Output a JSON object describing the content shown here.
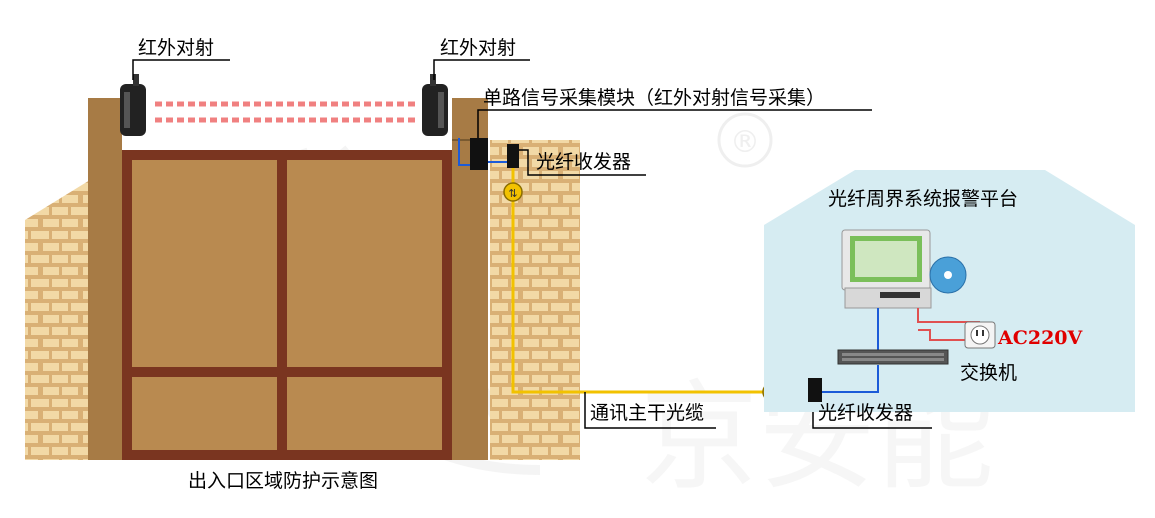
{
  "labels": {
    "ir_left": "红外对射",
    "ir_right": "红外对射",
    "module": "单路信号采集模块（红外对射信号采集）",
    "transceiver_top": "光纤收发器",
    "platform_title": "光纤周界系统报警平台",
    "power": "AC220V",
    "switch": "交换机",
    "trunk_cable": "通讯主干光缆",
    "transceiver_bottom": "光纤收发器",
    "caption": "出入口区域防护示意图"
  },
  "watermark": {
    "text": "京安能",
    "mark": "®"
  },
  "colors": {
    "wall": "#d9b075",
    "brick": "#f2d9a6",
    "gate_fill": "#b98a50",
    "gate_frame": "#7a3520",
    "pillar": "#a77b45",
    "fiber": "#f2c200",
    "ir_beam": "#f08080",
    "platform_bg": "#d6ecf2",
    "net_line": "#1c5bd8",
    "power_line": "#e05050",
    "power_text": "#e00000"
  }
}
